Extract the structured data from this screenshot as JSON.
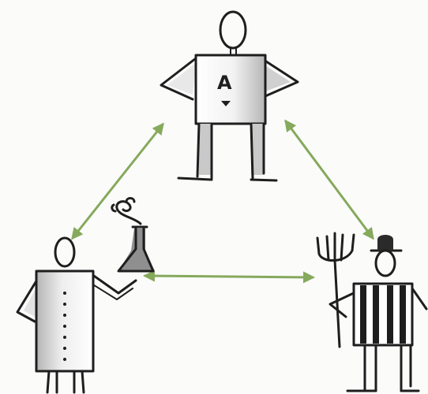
{
  "diagram": {
    "badge_letter": "A",
    "colors": {
      "arrows": "#86a95c",
      "ink": "#1e1e1e",
      "shade": "#b9b9b9",
      "background": "#fbfbfa"
    },
    "nodes": [
      {
        "id": "top-figure",
        "icon": "person-with-letter-badge-icon"
      },
      {
        "id": "left-figure",
        "icon": "scientist-with-flask-icon"
      },
      {
        "id": "right-figure",
        "icon": "farmer-with-pitchfork-icon"
      }
    ],
    "edges": [
      {
        "from": "top-figure",
        "to": "left-figure",
        "direction": "both"
      },
      {
        "from": "top-figure",
        "to": "right-figure",
        "direction": "both"
      },
      {
        "from": "left-figure",
        "to": "right-figure",
        "direction": "both"
      }
    ]
  }
}
